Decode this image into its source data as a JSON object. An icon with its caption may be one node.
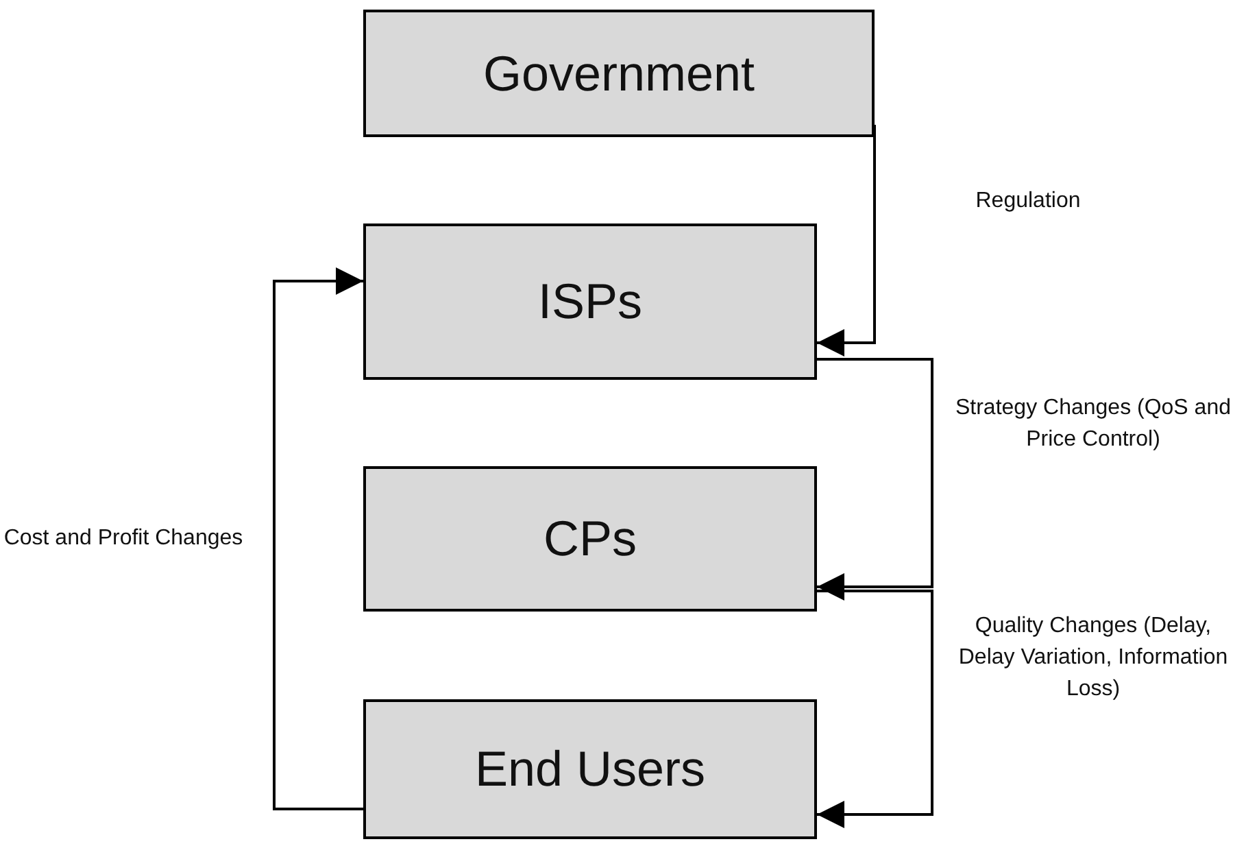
{
  "diagram": {
    "nodes": [
      {
        "text": [
          "Government"
        ]
      },
      {
        "text": [
          "ISPs"
        ]
      },
      {
        "text": [
          "CPs"
        ]
      },
      {
        "text": [
          "End Users"
        ]
      }
    ],
    "edges": [
      {
        "from": 0,
        "to": 1,
        "arrow": "to",
        "label": "Regulation"
      },
      {
        "from": 1,
        "to": 2,
        "arrow": "to",
        "label": "Strategy Changes (QoS and Price Control)"
      },
      {
        "from": 2,
        "to": 3,
        "arrow": "to",
        "label": "Quality Changes (Delay, Delay Variation, Information Loss)"
      },
      {
        "from": 3,
        "to": 1,
        "arrow": "to",
        "label": "Cost and Profit Changes"
      }
    ]
  }
}
